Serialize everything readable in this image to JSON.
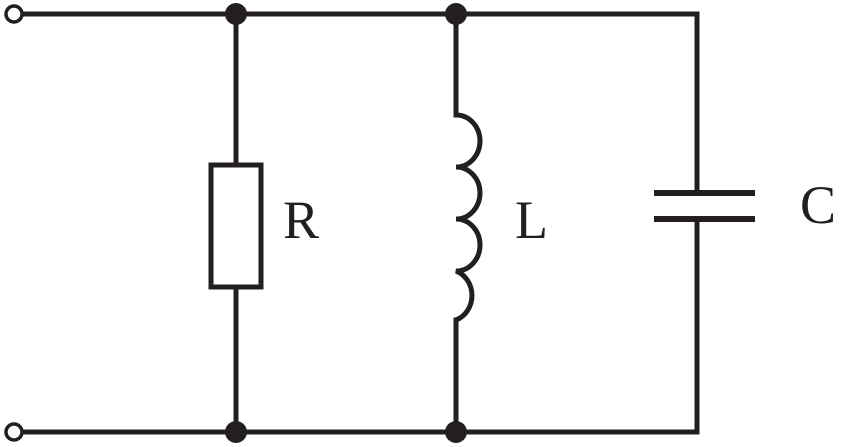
{
  "diagram": {
    "components": [
      {
        "id": "resistor",
        "label": "R"
      },
      {
        "id": "inductor",
        "label": "L"
      },
      {
        "id": "capacitor",
        "label": "C"
      }
    ],
    "colors": {
      "line": "#231f20",
      "background": "#ffffff"
    }
  }
}
